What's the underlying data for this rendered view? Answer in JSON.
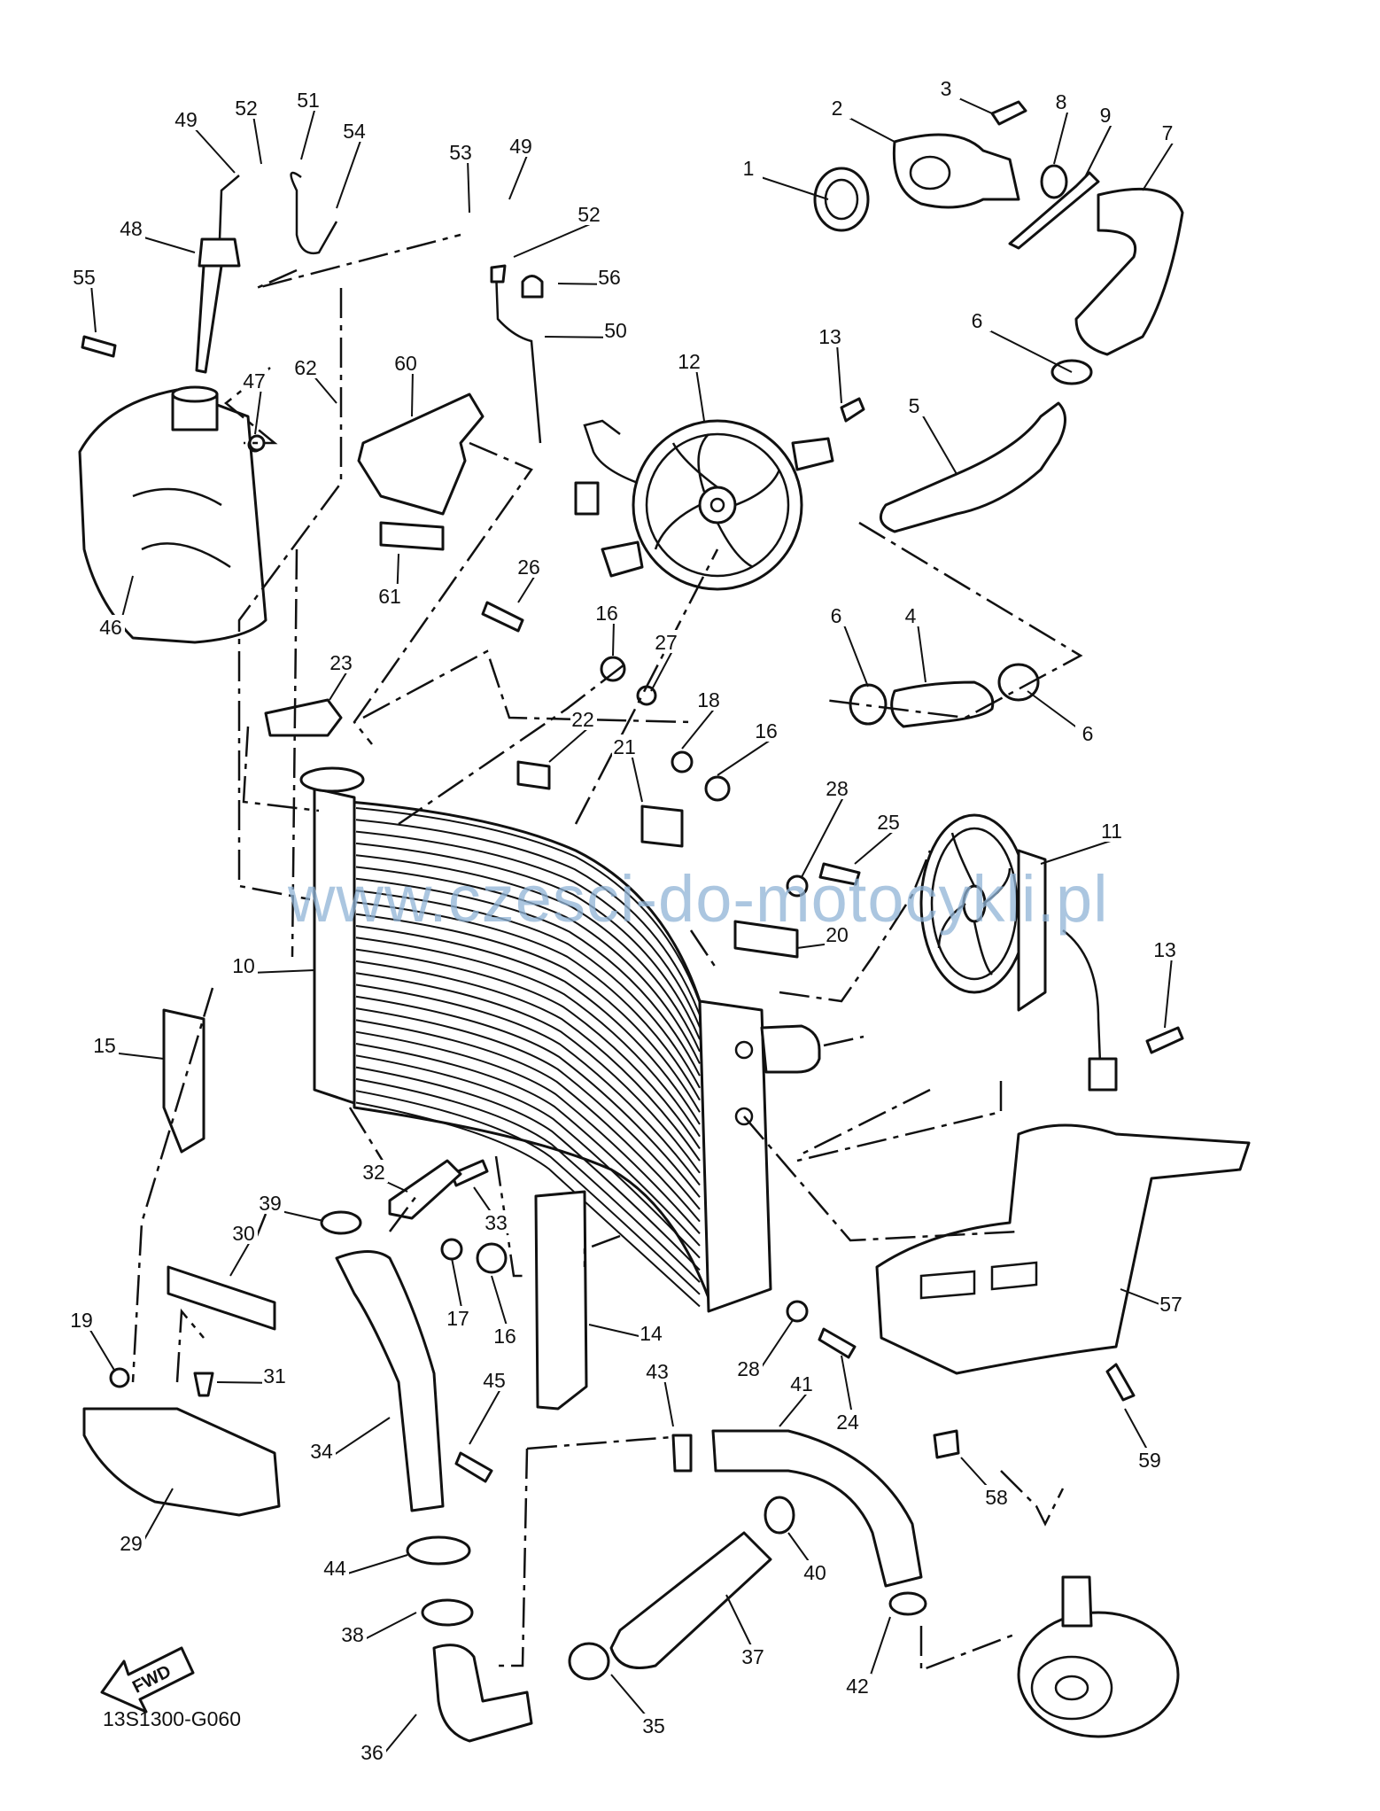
{
  "diagram": {
    "code": "13S1300-G060",
    "watermark": "www.czesci-do-motocykli.pl",
    "fwd_label": "FWD",
    "callouts": [
      "1",
      "2",
      "3",
      "4",
      "5",
      "6",
      "6",
      "6",
      "7",
      "8",
      "9",
      "10",
      "11",
      "12",
      "13",
      "13",
      "14",
      "15",
      "16",
      "16",
      "16",
      "17",
      "18",
      "19",
      "20",
      "21",
      "22",
      "23",
      "24",
      "25",
      "26",
      "27",
      "28",
      "28",
      "29",
      "30",
      "31",
      "32",
      "33",
      "34",
      "35",
      "36",
      "37",
      "38",
      "39",
      "40",
      "41",
      "42",
      "43",
      "44",
      "45",
      "46",
      "47",
      "48",
      "49",
      "49",
      "50",
      "51",
      "52",
      "52",
      "53",
      "54",
      "55",
      "56",
      "57",
      "58",
      "59",
      "60",
      "61",
      "62"
    ],
    "line_color": "#111111",
    "watermark_color": "#8fb3d6"
  }
}
